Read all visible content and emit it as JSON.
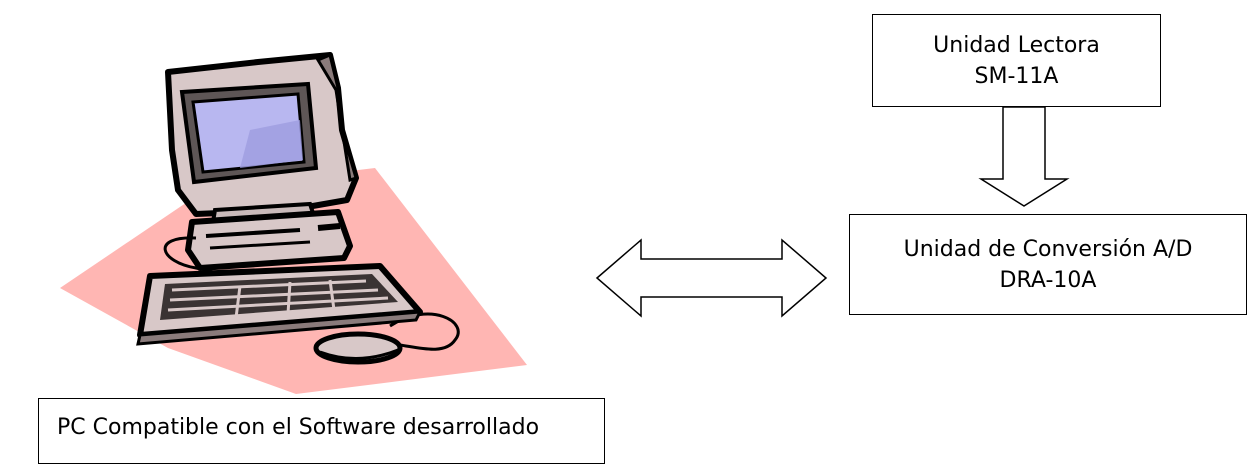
{
  "diagram": {
    "reader_unit": {
      "line1": "Unidad Lectora",
      "line2": "SM-11A"
    },
    "converter_unit": {
      "line1": "Unidad de Conversión A/D",
      "line2": "DRA-10A"
    },
    "pc_label": "PC Compatible con el Software desarrollado",
    "pc_illustration": "computer-clipart",
    "connections": [
      {
        "from": "reader_unit",
        "to": "converter_unit",
        "arrow": "single-down"
      },
      {
        "from": "pc",
        "to": "converter_unit",
        "arrow": "double-horizontal"
      }
    ]
  },
  "colors": {
    "floor_pink": "#ffb6b3",
    "screen": "#b8b7f0",
    "case": "#d8c8c8",
    "outline": "#000000"
  }
}
